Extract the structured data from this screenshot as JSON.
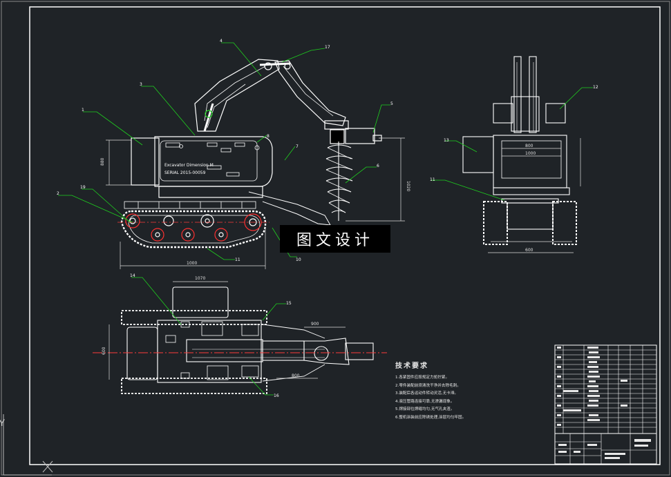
{
  "colors": {
    "background": "#1f2327",
    "frame": "#ffffff",
    "part": "#ffffff",
    "leader": "#1fd11f",
    "center_line": "#ff3b3b",
    "accent_red": "#ff3030",
    "dimension": "#dcdcdc"
  },
  "watermark": "图文设计",
  "tech_notes": {
    "title": "技术要求",
    "items": [
      "1.各紧固件应按规定力矩拧紧。",
      "2.零件装配前须清洗干净并去除毛刺。",
      "3.装配后各运动件转动灵活,无卡滞。",
      "4.液压管路连接可靠,无渗漏现象。",
      "5.焊接部位焊缝均匀,无气孔夹渣。",
      "6.整机涂装前应除锈处理,涂层均匀牢固。"
    ]
  },
  "balloons": {
    "side": [
      "1",
      "2",
      "3",
      "4",
      "17",
      "8",
      "7",
      "19",
      "5",
      "6",
      "10",
      "11"
    ],
    "front": [
      "12",
      "13",
      "11"
    ],
    "top": [
      "14",
      "15",
      "16"
    ]
  },
  "dimensions": {
    "side": [
      "880",
      "1000",
      "1020"
    ],
    "front": [
      "800",
      "1000",
      "600"
    ],
    "top": [
      "1070",
      "600",
      "900",
      "800"
    ]
  },
  "axis_marker": "Y",
  "icons": {
    "origin": "ucs-icon",
    "auger": "auger-drill-icon",
    "track": "crawler-track-icon"
  }
}
